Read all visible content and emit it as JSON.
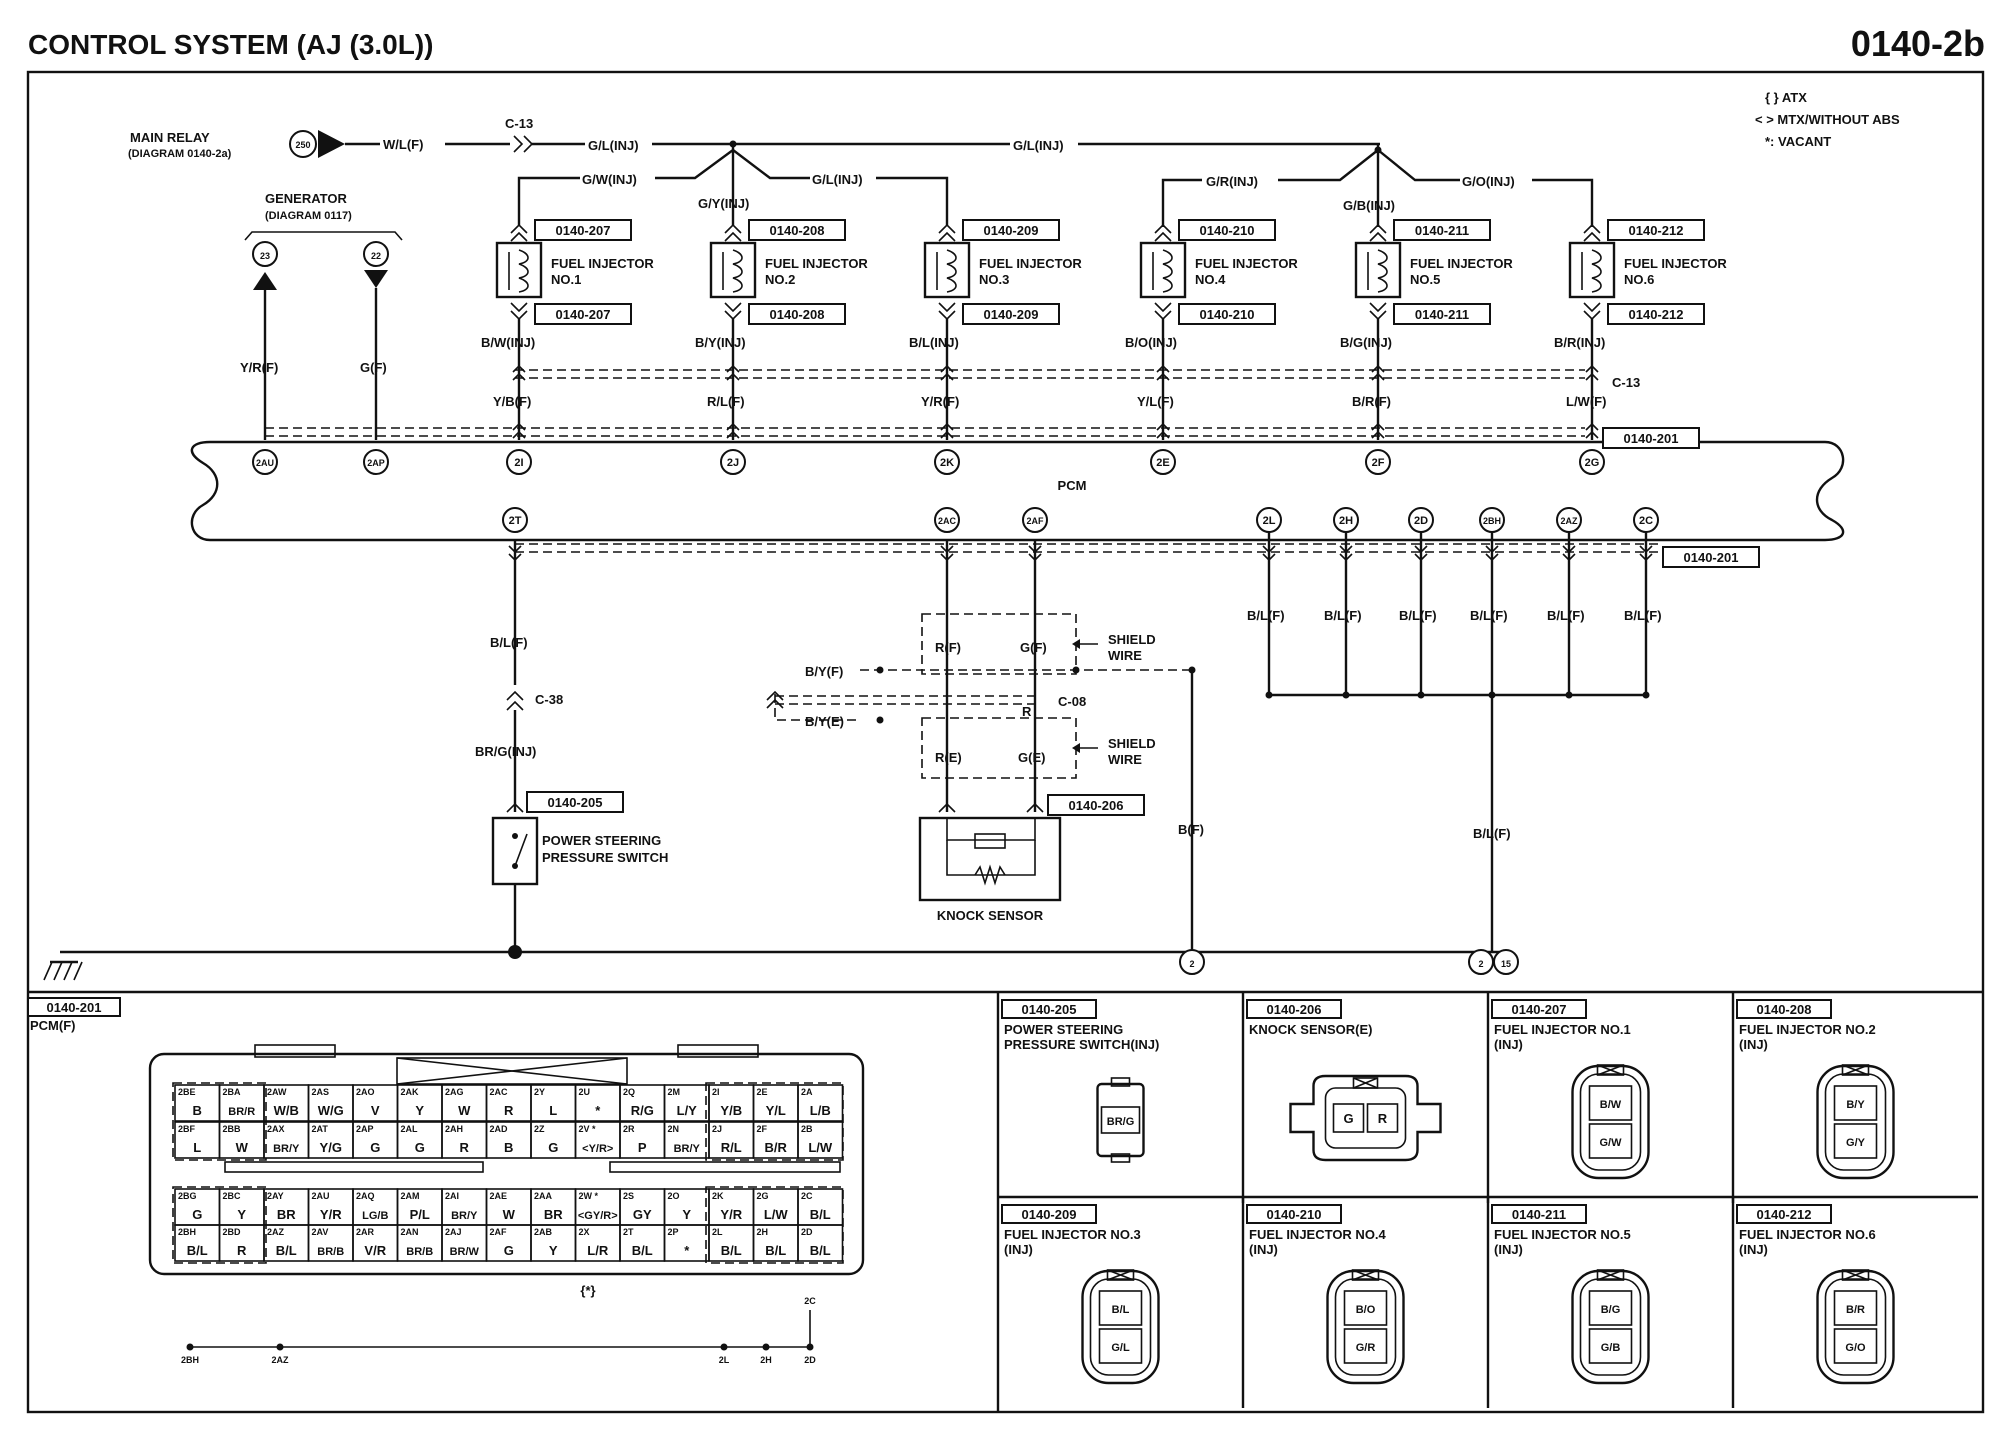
{
  "header": {
    "title": "CONTROL SYSTEM (AJ (3.0L))",
    "code": "0140-2b"
  },
  "legend": {
    "atx": "{ } ATX",
    "mtx": "< > MTX/WITHOUT ABS",
    "vacant": "*: VACANT"
  },
  "main_relay": {
    "label1": "MAIN RELAY",
    "label2": "(DIAGRAM 0140-2a)",
    "terminal": "250",
    "wire": "W/L(F)",
    "connector": "C-13",
    "wire_main": "G/L(INJ)",
    "wire_main2": "G/L(INJ)"
  },
  "generator": {
    "label1": "GENERATOR",
    "label2": "(DIAGRAM 0117)",
    "t1": "23",
    "t2": "22",
    "w1": "Y/R(F)",
    "w2": "G(F)",
    "pin1": "2AU",
    "pin2": "2AP"
  },
  "branches": {
    "left_a": "G/W(INJ)",
    "left_b": "G/Y(INJ)",
    "left_c": "G/L(INJ)",
    "right_a": "G/R(INJ)",
    "right_b": "G/B(INJ)",
    "right_c": "G/O(INJ)"
  },
  "injectors": [
    {
      "ref_top": "0140-207",
      "ref_bot": "0140-207",
      "line1": "FUEL INJECTOR",
      "line2": "NO.1",
      "wire_out": "B/W(INJ)",
      "wire_pcm": "Y/B(F)",
      "pin": "2I"
    },
    {
      "ref_top": "0140-208",
      "ref_bot": "0140-208",
      "line1": "FUEL INJECTOR",
      "line2": "NO.2",
      "wire_out": "B/Y(INJ)",
      "wire_pcm": "R/L(F)",
      "pin": "2J"
    },
    {
      "ref_top": "0140-209",
      "ref_bot": "0140-209",
      "line1": "FUEL INJECTOR",
      "line2": "NO.3",
      "wire_out": "B/L(INJ)",
      "wire_pcm": "Y/R(F)",
      "pin": "2K"
    },
    {
      "ref_top": "0140-210",
      "ref_bot": "0140-210",
      "line1": "FUEL INJECTOR",
      "line2": "NO.4",
      "wire_out": "B/O(INJ)",
      "wire_pcm": "Y/L(F)",
      "pin": "2E"
    },
    {
      "ref_top": "0140-211",
      "ref_bot": "0140-211",
      "line1": "FUEL INJECTOR",
      "line2": "NO.5",
      "wire_out": "B/G(INJ)",
      "wire_pcm": "B/R(F)",
      "pin": "2F"
    },
    {
      "ref_top": "0140-212",
      "ref_bot": "0140-212",
      "line1": "FUEL INJECTOR",
      "line2": "NO.6",
      "wire_out": "B/R(INJ)",
      "wire_pcm": "L/W(F)",
      "pin": "2G"
    }
  ],
  "pcm": {
    "label": "PCM",
    "c13": "C-13",
    "ref_top": "0140-201",
    "ref_bot": "0140-201",
    "bottom_pins": [
      "2T",
      "2AC",
      "2AF",
      "2L",
      "2H",
      "2D",
      "2BH",
      "2AZ",
      "2C"
    ]
  },
  "ps_switch": {
    "wire1": "B/L(F)",
    "conn": "C-38",
    "wire2": "BR/G(INJ)",
    "ref": "0140-205",
    "line1": "POWER STEERING",
    "line2": "PRESSURE SWITCH"
  },
  "knock": {
    "wR_F": "R(F)",
    "wG_F": "G(F)",
    "shield1a": "SHIELD",
    "shield1b": "WIRE",
    "by_f": "B/Y(F)",
    "conn": "C-08",
    "r": "R",
    "by_e": "B/Y(E)",
    "wR_E": "R(E)",
    "wG_E": "G(E)",
    "shield2a": "SHIELD",
    "shield2b": "WIRE",
    "ref": "0140-206",
    "label": "KNOCK SENSOR",
    "bf": "B(F)"
  },
  "ground": {
    "wires": [
      "B/L(F)",
      "B/L(F)",
      "B/L(F)",
      "B/L(F)",
      "B/L(F)",
      "B/L(F)"
    ],
    "main": "B/L(F)",
    "t1": "2",
    "t2": "2",
    "t3": "15"
  },
  "panel_pcm": {
    "ref": "0140-201",
    "title": "PCM(F)",
    "row1": [
      [
        "2BE",
        "B"
      ],
      [
        "2BA",
        "BR/R"
      ],
      [
        "2AW",
        "W/B"
      ],
      [
        "2AS",
        "W/G"
      ],
      [
        "2AO",
        "V"
      ],
      [
        "2AK",
        "Y"
      ],
      [
        "2AG",
        "W"
      ],
      [
        "2AC",
        "R"
      ],
      [
        "2Y",
        "L"
      ],
      [
        "2U",
        "*"
      ],
      [
        "2Q",
        "R/G"
      ],
      [
        "2M",
        "L/Y"
      ],
      [
        "2I",
        "Y/B"
      ],
      [
        "2E",
        "Y/L"
      ],
      [
        "2A",
        "L/B"
      ]
    ],
    "row2": [
      [
        "2BF",
        "L"
      ],
      [
        "2BB",
        "W"
      ],
      [
        "2AX",
        "BR/Y"
      ],
      [
        "2AT",
        "Y/G"
      ],
      [
        "2AP",
        "G"
      ],
      [
        "2AL",
        "G"
      ],
      [
        "2AH",
        "R"
      ],
      [
        "2AD",
        "B"
      ],
      [
        "2Z",
        "G"
      ],
      [
        "2V *",
        "<Y/R>"
      ],
      [
        "2R",
        "P"
      ],
      [
        "2N",
        "BR/Y"
      ],
      [
        "2J",
        "R/L"
      ],
      [
        "2F",
        "B/R"
      ],
      [
        "2B",
        "L/W"
      ]
    ],
    "row3": [
      [
        "2BG",
        "G"
      ],
      [
        "2BC",
        "Y"
      ],
      [
        "2AY",
        "BR"
      ],
      [
        "2AU",
        "Y/R"
      ],
      [
        "2AQ",
        "LG/B"
      ],
      [
        "2AM",
        "P/L"
      ],
      [
        "2AI",
        "BR/Y"
      ],
      [
        "2AE",
        "W"
      ],
      [
        "2AA",
        "BR"
      ],
      [
        "2W *",
        "<GY/R>"
      ],
      [
        "2S",
        "GY"
      ],
      [
        "2O",
        "Y"
      ],
      [
        "2K",
        "Y/R"
      ],
      [
        "2G",
        "L/W"
      ],
      [
        "2C",
        "B/L"
      ]
    ],
    "row4": [
      [
        "2BH",
        "B/L"
      ],
      [
        "2BD",
        "R"
      ],
      [
        "2AZ",
        "B/L"
      ],
      [
        "2AV",
        "BR/B"
      ],
      [
        "2AR",
        "V/R"
      ],
      [
        "2AN",
        "BR/B"
      ],
      [
        "2AJ",
        "BR/W"
      ],
      [
        "2AF",
        "G"
      ],
      [
        "2AB",
        "Y"
      ],
      [
        "2X",
        "L/R"
      ],
      [
        "2T",
        "B/L"
      ],
      [
        "2P",
        "*"
      ],
      [
        "2L",
        "B/L"
      ],
      [
        "2H",
        "B/L"
      ],
      [
        "2D",
        "B/L"
      ]
    ],
    "brace": "{*}",
    "jt": [
      "2C",
      "2BH",
      "2AZ",
      "2L",
      "2H",
      "2D"
    ]
  },
  "panels": [
    {
      "ref": "0140-205",
      "l1": "POWER STEERING",
      "l2": "PRESSURE SWITCH(INJ)",
      "pins": [
        "BR/G"
      ]
    },
    {
      "ref": "0140-206",
      "l1": "KNOCK SENSOR(E)",
      "l2": "",
      "pins": [
        "G",
        "R"
      ]
    },
    {
      "ref": "0140-207",
      "l1": "FUEL INJECTOR NO.1",
      "l2": "(INJ)",
      "pins": [
        "B/W",
        "G/W"
      ]
    },
    {
      "ref": "0140-208",
      "l1": "FUEL INJECTOR NO.2",
      "l2": "(INJ)",
      "pins": [
        "B/Y",
        "G/Y"
      ]
    },
    {
      "ref": "0140-209",
      "l1": "FUEL INJECTOR NO.3",
      "l2": "(INJ)",
      "pins": [
        "B/L",
        "G/L"
      ]
    },
    {
      "ref": "0140-210",
      "l1": "FUEL INJECTOR NO.4",
      "l2": "(INJ)",
      "pins": [
        "B/O",
        "G/R"
      ]
    },
    {
      "ref": "0140-211",
      "l1": "FUEL INJECTOR NO.5",
      "l2": "(INJ)",
      "pins": [
        "B/G",
        "G/B"
      ]
    },
    {
      "ref": "0140-212",
      "l1": "FUEL INJECTOR NO.6",
      "l2": "(INJ)",
      "pins": [
        "B/R",
        "G/O"
      ]
    }
  ]
}
